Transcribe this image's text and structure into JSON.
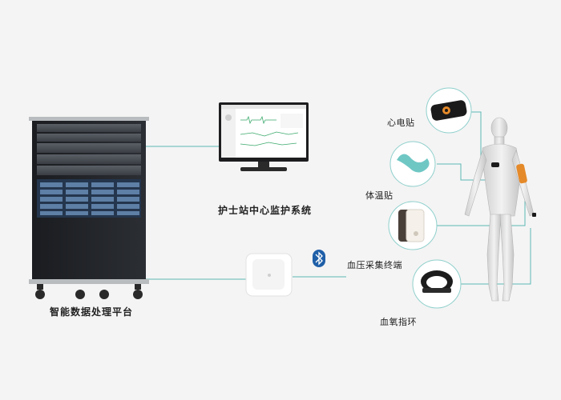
{
  "labels": {
    "platform": "智能数据处理平台",
    "nurse_station": "护士站中心监护系统",
    "ecg_patch": "心电贴",
    "temp_patch": "体温贴",
    "bp_terminal": "血压采集终端",
    "spo2_ring": "血氧指环"
  },
  "icons": {
    "bluetooth": "bluetooth-icon"
  },
  "colors": {
    "line": "#5bb8b4",
    "circle": "#8fd0cc",
    "bluetooth": "#1f5fa8",
    "temp_patch": "#6fc7c4"
  }
}
